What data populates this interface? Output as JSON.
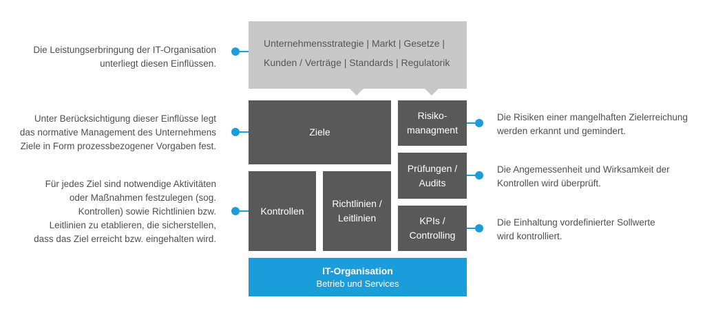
{
  "top_box": {
    "line1": "Unternehmensstrategie | Markt | Gesetze |",
    "line2": "Kunden / Verträge  | Standards  | Regulatorik"
  },
  "boxes": {
    "ziele": "Ziele",
    "risiko_line1": "Risiko-",
    "risiko_line2": "managment",
    "pruefungen_line1": "Prüfungen /",
    "pruefungen_line2": "Audits",
    "kontrollen": "Kontrollen",
    "richtlinien_line1": "Richtlinien /",
    "richtlinien_line2": "Leitlinien",
    "kpis_line1": "KPIs /",
    "kpis_line2": "Controlling"
  },
  "bottom_box": {
    "title": "IT-Organisation",
    "subtitle": "Betrieb und Services"
  },
  "left_notes": {
    "note1": [
      "Die Leistungserbringung der IT-Organisation",
      "unterliegt diesen Einflüssen."
    ],
    "note2": [
      "Unter Berücksichtigung dieser Einflüsse legt",
      "das normative Management des Unternehmens",
      "Ziele in Form prozessbezogener Vorgaben fest."
    ],
    "note3": [
      "Für jedes Ziel sind notwendige Aktivitäten",
      "oder Maßnahmen festzulegen (sog.",
      "Kontrollen) sowie Richtlinien bzw.",
      "Leitlinien zu etablieren, die sicherstellen,",
      "dass das Ziel erreicht bzw. eingehalten wird."
    ]
  },
  "right_notes": {
    "note1": [
      "Die Risiken einer mangelhaften Zielerreichung",
      "werden erkannt und gemindert."
    ],
    "note2": [
      "Die Angemessenheit und Wirksamkeit der",
      "Kontrollen wird überprüft."
    ],
    "note3": [
      "Die Einhaltung vordefinierter Sollwerte",
      "wird kontrolliert."
    ]
  },
  "colors": {
    "accent_blue": "#1b9ddb",
    "dark_box": "#595959",
    "top_box": "#c8c8c8"
  }
}
